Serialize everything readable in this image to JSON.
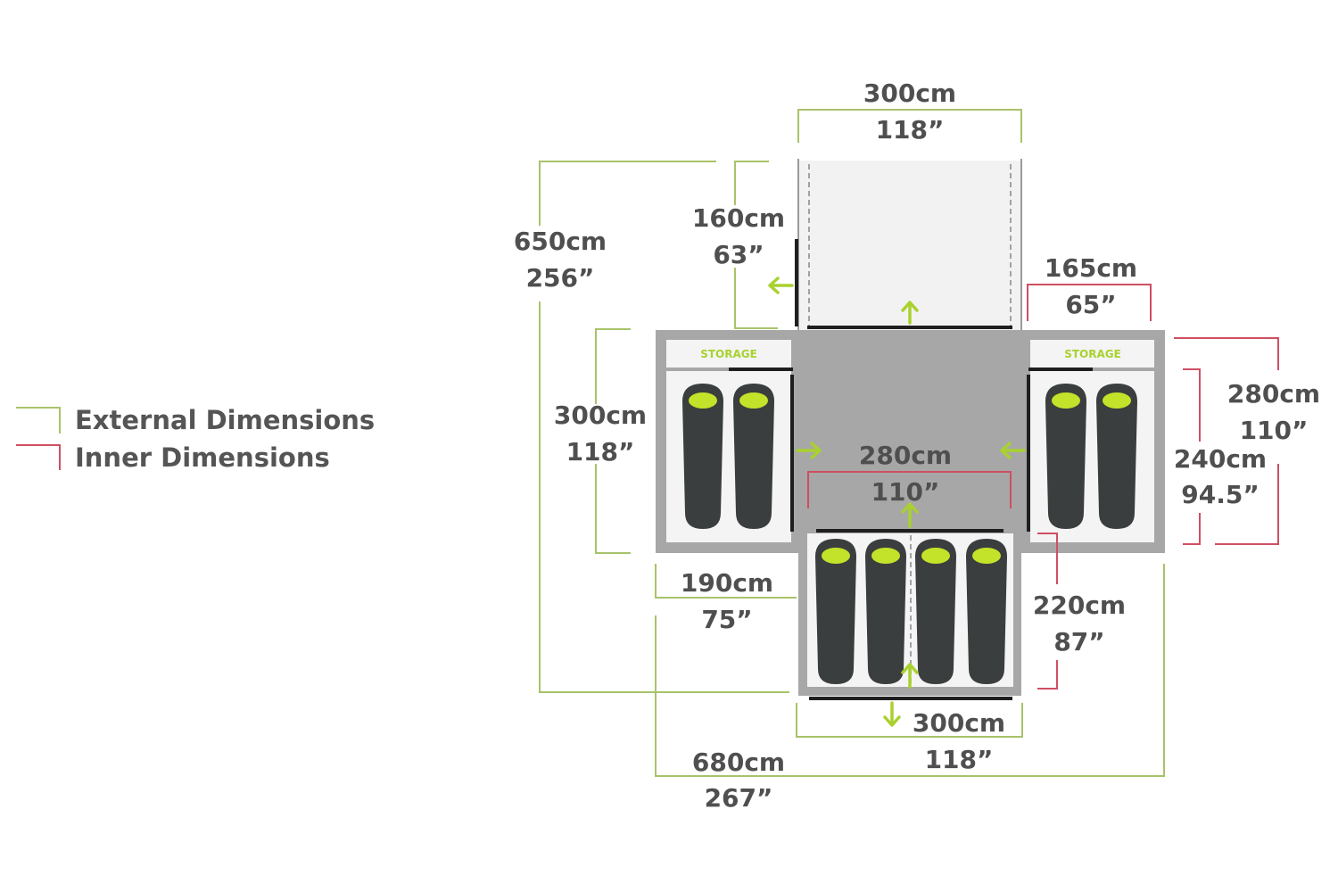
{
  "colors": {
    "external": "#a8c36a",
    "inner": "#cf4f63",
    "arrow": "#a9d12f",
    "floor": "#a7a7a7",
    "room_fill": "#f4f4f4",
    "porch_fill": "#f2f2f2",
    "wall": "#1f1f1f",
    "bag": "#3b3e3e",
    "bag_head": "#c3e22a",
    "text": "#4f4f4f"
  },
  "legend": {
    "external": "External Dimensions",
    "inner": "Inner Dimensions"
  },
  "rooms": {
    "storage_label": "STORAGE"
  },
  "dimensions": {
    "porch_width": {
      "cm": "300cm",
      "in": "118”"
    },
    "porch_depth": {
      "cm": "160cm",
      "in": "63”"
    },
    "total_length": {
      "cm": "650cm",
      "in": "256”"
    },
    "side_inner_w": {
      "cm": "165cm",
      "in": "65”"
    },
    "side_ext_depth": {
      "cm": "300cm",
      "in": "118”"
    },
    "center_inner": {
      "cm": "280cm",
      "in": "110”"
    },
    "right_ext": {
      "cm": "280cm",
      "in": "110”"
    },
    "right_inner": {
      "cm": "240cm",
      "in": "94.5”"
    },
    "left_offset": {
      "cm": "190cm",
      "in": "75”"
    },
    "bottom_depth": {
      "cm": "220cm",
      "in": "87”"
    },
    "bottom_width": {
      "cm": "300cm",
      "in": "118”"
    },
    "total_width": {
      "cm": "680cm",
      "in": "267”"
    }
  }
}
